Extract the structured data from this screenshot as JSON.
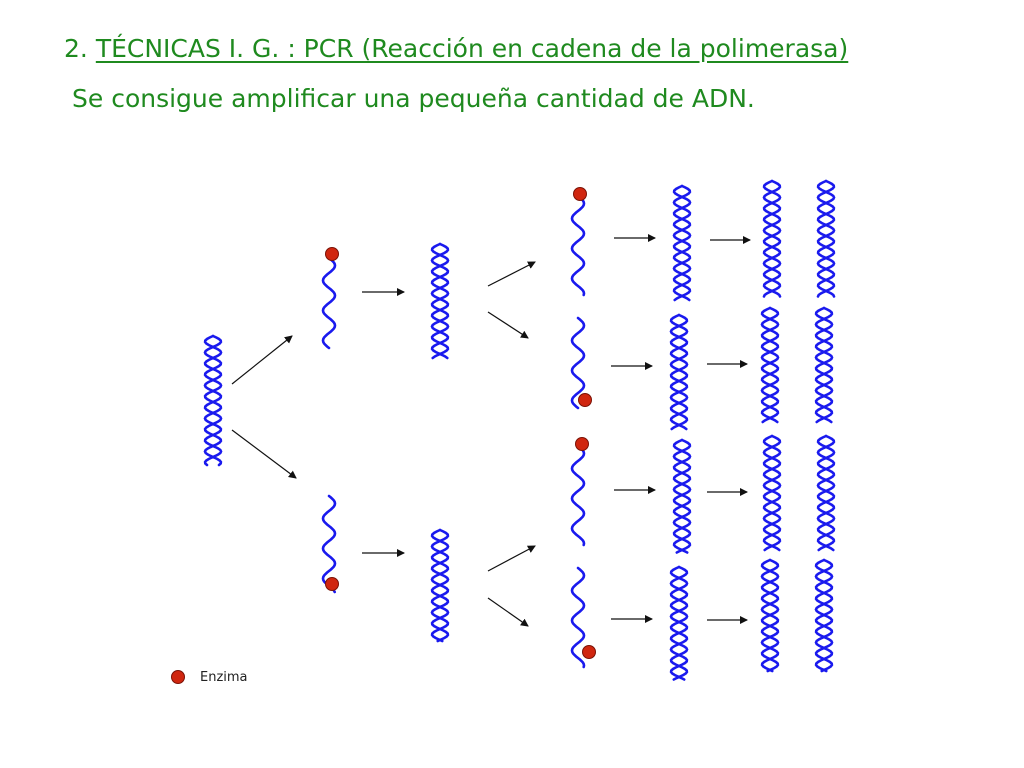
{
  "header": {
    "number": "2.",
    "title": "TÉCNICAS I. G. : PCR (Reacción en cadena de la polimerasa)",
    "subtitle": "Se consigue amplificar una pequeña cantidad de ADN."
  },
  "legend": {
    "label": "Enzima"
  },
  "colors": {
    "title": "#1f8a1f",
    "dna": "#1a1aee",
    "enzyme": "#d0260f",
    "arrow": "#111111"
  }
}
